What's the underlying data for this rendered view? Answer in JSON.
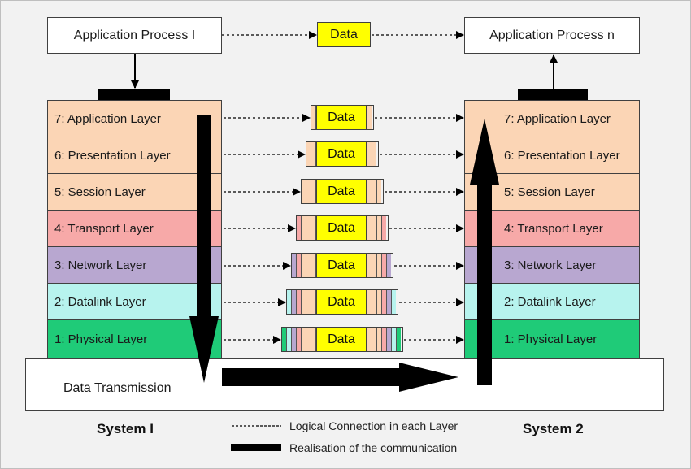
{
  "colors": {
    "application": "#fbd5b5",
    "presentation": "#fbd5b5",
    "session": "#fbd5b5",
    "transport": "#f7a9a8",
    "network": "#b8a7d0",
    "datalink": "#b7f3ee",
    "physical": "#1fcb78",
    "data": "#ffff00"
  },
  "top": {
    "left_process": "Application Process I",
    "right_process": "Application Process n",
    "data_label": "Data"
  },
  "left_stack": [
    {
      "label": "7: Application Layer",
      "color": "#fbd5b5"
    },
    {
      "label": "6: Presentation Layer",
      "color": "#fbd5b5"
    },
    {
      "label": "5: Session Layer",
      "color": "#fbd5b5"
    },
    {
      "label": "4: Transport Layer",
      "color": "#f7a9a8"
    },
    {
      "label": "3: Network Layer",
      "color": "#b8a7d0"
    },
    {
      "label": "2: Datalink Layer",
      "color": "#b7f3ee"
    },
    {
      "label": "1: Physical Layer",
      "color": "#1fcb78"
    }
  ],
  "right_stack": [
    {
      "label": "7: Application Layer",
      "color": "#fbd5b5"
    },
    {
      "label": "6: Presentation Layer",
      "color": "#fbd5b5"
    },
    {
      "label": "5: Session Layer",
      "color": "#fbd5b5"
    },
    {
      "label": "4: Transport Layer",
      "color": "#f7a9a8"
    },
    {
      "label": "3: Network Layer",
      "color": "#b8a7d0"
    },
    {
      "label": "2: Datalink Layer",
      "color": "#b7f3ee"
    },
    {
      "label": "1: Physical Layer",
      "color": "#1fcb78"
    }
  ],
  "packets": [
    {
      "label": "Data",
      "headers": [
        "#fbd5b5"
      ],
      "trailers": [
        "#fbd5b5"
      ]
    },
    {
      "label": "Data",
      "headers": [
        "#fbd5b5",
        "#fbd5b5"
      ],
      "trailers": [
        "#fbd5b5",
        "#fbd5b5"
      ]
    },
    {
      "label": "Data",
      "headers": [
        "#fbd5b5",
        "#fbd5b5",
        "#fbd5b5"
      ],
      "trailers": [
        "#fbd5b5",
        "#fbd5b5",
        "#fbd5b5"
      ]
    },
    {
      "label": "Data",
      "headers": [
        "#f7a9a8",
        "#fbd5b5",
        "#fbd5b5",
        "#fbd5b5"
      ],
      "trailers": [
        "#fbd5b5",
        "#fbd5b5",
        "#fbd5b5",
        "#f7a9a8"
      ]
    },
    {
      "label": "Data",
      "headers": [
        "#b8a7d0",
        "#f7a9a8",
        "#fbd5b5",
        "#fbd5b5",
        "#fbd5b5"
      ],
      "trailers": [
        "#fbd5b5",
        "#fbd5b5",
        "#fbd5b5",
        "#f7a9a8",
        "#b8a7d0"
      ]
    },
    {
      "label": "Data",
      "headers": [
        "#b7f3ee",
        "#b8a7d0",
        "#f7a9a8",
        "#fbd5b5",
        "#fbd5b5",
        "#fbd5b5"
      ],
      "trailers": [
        "#fbd5b5",
        "#fbd5b5",
        "#fbd5b5",
        "#f7a9a8",
        "#b8a7d0",
        "#b7f3ee"
      ]
    },
    {
      "label": "Data",
      "headers": [
        "#1fcb78",
        "#b7f3ee",
        "#b8a7d0",
        "#f7a9a8",
        "#fbd5b5",
        "#fbd5b5",
        "#fbd5b5"
      ],
      "trailers": [
        "#fbd5b5",
        "#fbd5b5",
        "#fbd5b5",
        "#f7a9a8",
        "#b8a7d0",
        "#b7f3ee",
        "#1fcb78"
      ]
    }
  ],
  "transmission": {
    "label": "Data Transmission"
  },
  "captions": {
    "left": "System I",
    "right": "System 2"
  },
  "legend": {
    "dashed": "Logical Connection in each Layer",
    "solid": "Realisation of the communication"
  }
}
